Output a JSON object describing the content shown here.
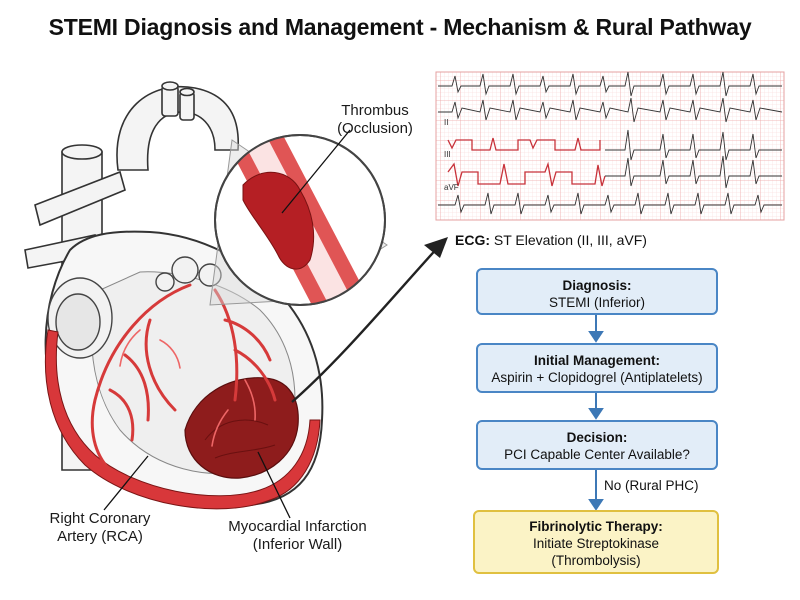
{
  "title": "STEMI Diagnosis and Management - Mechanism & Rural Pathway",
  "labels": {
    "thrombus_line1": "Thrombus",
    "thrombus_line2": "(Occlusion)",
    "rca_line1": "Right Coronary",
    "rca_line2": "Artery (RCA)",
    "mi_line1": "Myocardial Infarction",
    "mi_line2": "(Inferior Wall)"
  },
  "ecg": {
    "caption_bold": "ECG:",
    "caption_text": " ST Elevation (II, III, aVF)",
    "leads": [
      "II",
      "III",
      "aVF"
    ]
  },
  "flow": {
    "diagnosis_title": "Diagnosis:",
    "diagnosis_text": "STEMI (Inferior)",
    "initial_title": "Initial Management:",
    "initial_text": "Aspirin + Clopidogrel (Antiplatelets)",
    "decision_title": "Decision:",
    "decision_text": "PCI Capable Center Available?",
    "branch_label": "No (Rural PHC)",
    "fibrinolytic_title": "Fibrinolytic Therapy:",
    "fibrinolytic_line1": "Initiate Streptokinase",
    "fibrinolytic_line2": "(Thrombolysis)"
  },
  "colors": {
    "flow_border": "#4a86c5",
    "flow_fill": "#e2edf8",
    "final_border": "#e0c040",
    "final_fill": "#fbf3c6",
    "artery_red": "#d63a3a",
    "infarct": "#8e1c1c",
    "ecg_grid": "#f2b8b8"
  }
}
